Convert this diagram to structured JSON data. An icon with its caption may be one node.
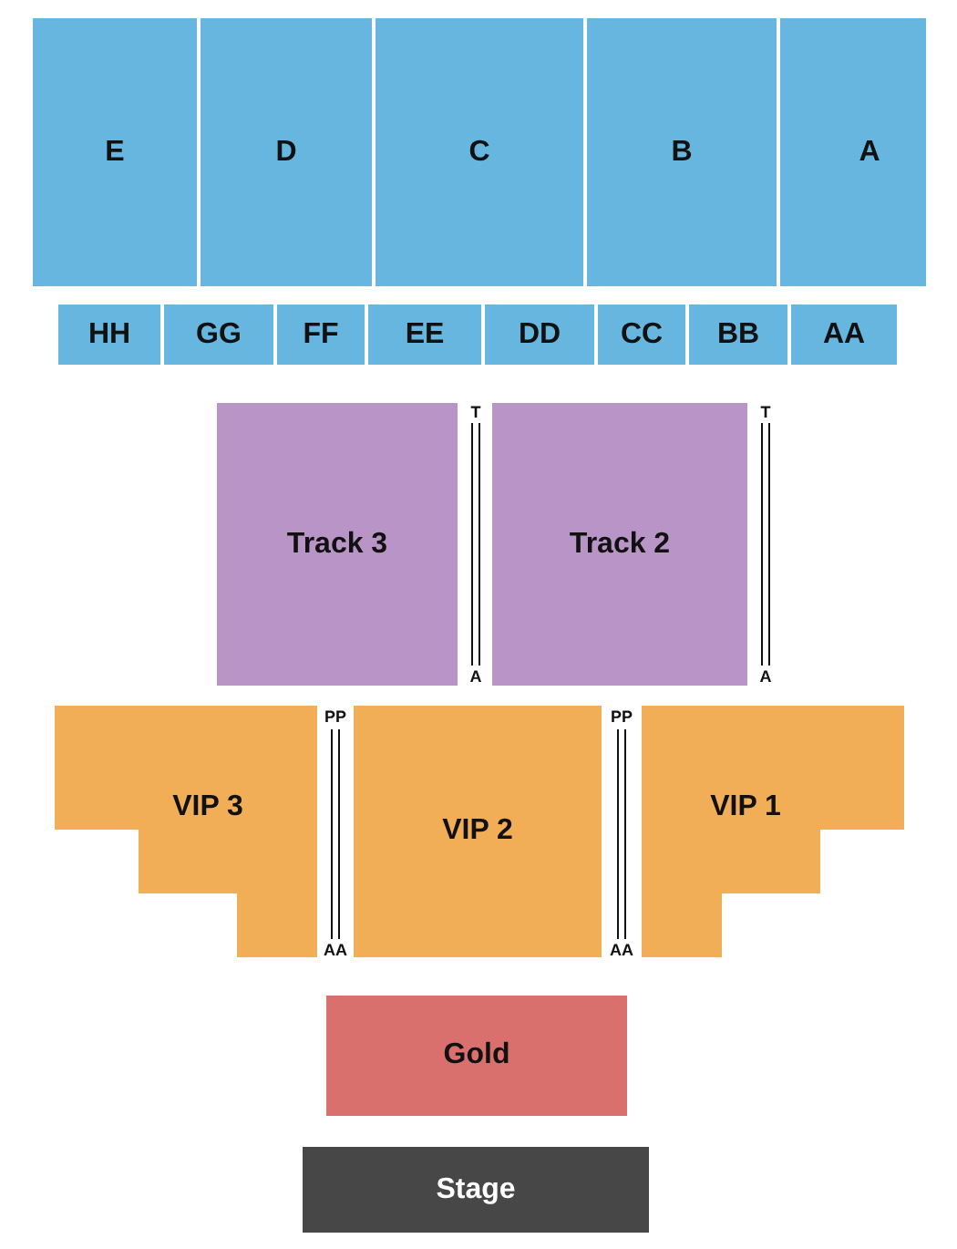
{
  "diagram": {
    "nodes": [
      {
        "text": [
          "E"
        ]
      },
      {
        "text": [
          "D"
        ]
      },
      {
        "text": [
          "C"
        ]
      },
      {
        "text": [
          "B"
        ]
      },
      {
        "text": [
          "A"
        ]
      },
      {
        "text": [
          "HH"
        ]
      },
      {
        "text": [
          "GG"
        ]
      },
      {
        "text": [
          "FF"
        ]
      },
      {
        "text": [
          "EE"
        ]
      },
      {
        "text": [
          "DD"
        ]
      },
      {
        "text": [
          "CC"
        ]
      },
      {
        "text": [
          "BB"
        ]
      },
      {
        "text": [
          "AA"
        ]
      },
      {
        "text": [
          "Track 3"
        ]
      },
      {
        "text": [
          "Track 2"
        ]
      },
      {
        "text": [
          "VIP 3"
        ]
      },
      {
        "text": [
          "VIP 2"
        ]
      },
      {
        "text": [
          "VIP 1"
        ]
      },
      {
        "text": [
          "Gold"
        ]
      },
      {
        "text": [
          "Stage"
        ]
      }
    ],
    "labels": [
      "T",
      "A",
      "T",
      "A",
      "PP",
      "AA",
      "PP",
      "AA"
    ]
  }
}
